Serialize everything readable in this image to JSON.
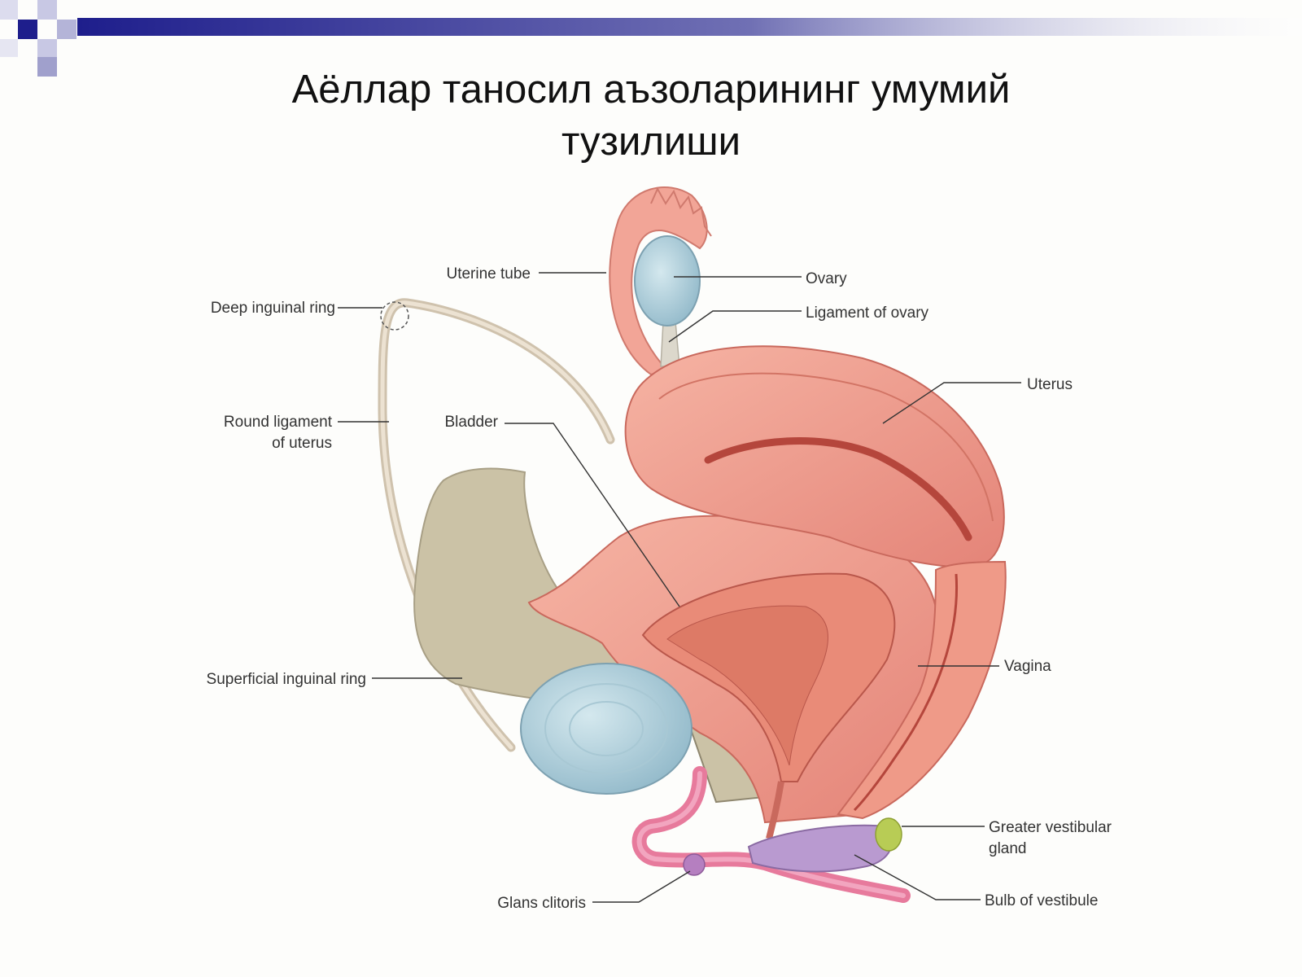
{
  "slide": {
    "title_line1": "Аёллар таносил аъзоларининг умумий",
    "title_line2": "тузилиши",
    "accent_color": "#1e1e8c"
  },
  "labels": {
    "uterine_tube": "Uterine tube",
    "ovary": "Ovary",
    "ligament_of_ovary": "Ligament of ovary",
    "deep_inguinal_ring": "Deep inguinal ring",
    "uterus": "Uterus",
    "round_ligament_1": "Round ligament",
    "round_ligament_2": "of uterus",
    "bladder": "Bladder",
    "vagina": "Vagina",
    "superficial_inguinal_ring": "Superficial inguinal ring",
    "greater_vestibular_gland_1": "Greater vestibular",
    "greater_vestibular_gland_2": "gland",
    "bulb_of_vestibule": "Bulb of vestibule",
    "glans_clitoris": "Glans clitoris"
  }
}
